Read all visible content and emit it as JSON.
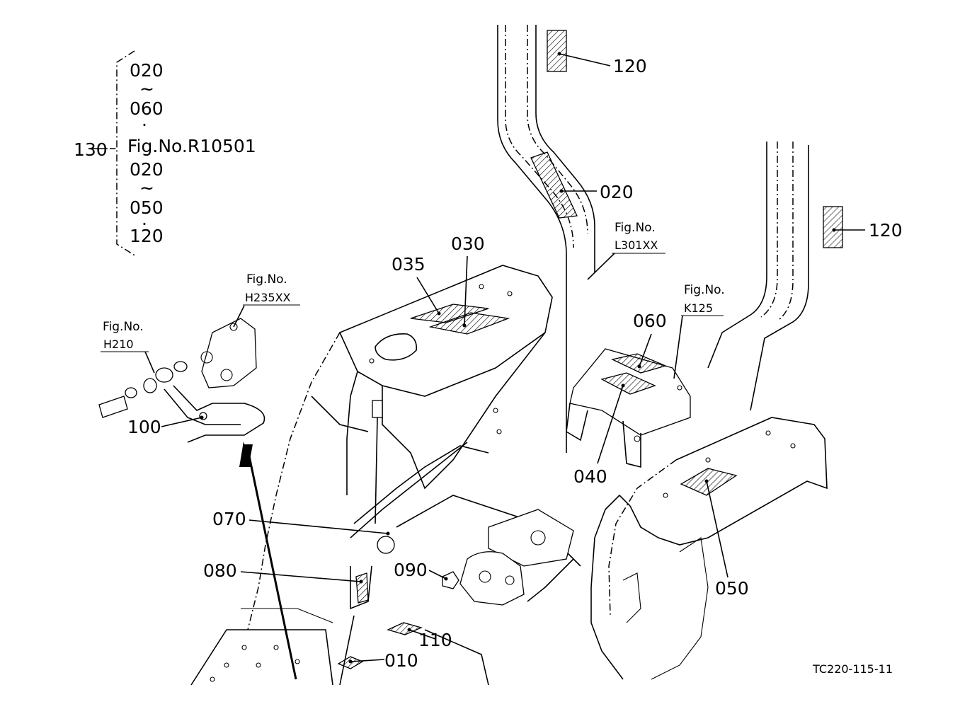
{
  "labels": {
    "l010": "010",
    "l020": "020",
    "l030": "030",
    "l035": "035",
    "l040": "040",
    "l050": "050",
    "l060": "060",
    "l070": "070",
    "l080": "080",
    "l090": "090",
    "l100": "100",
    "l110": "110",
    "l120a": "120",
    "l120b": "120",
    "l130": "130"
  },
  "bracket": {
    "line1": "020",
    "tilde1": "~",
    "line2": "060",
    "dot1": "·",
    "line3": "Fig.No.R10501",
    "line4": "020",
    "tilde2": "~",
    "line5": "050",
    "dot2": "·",
    "line6": "120"
  },
  "fig_refs": {
    "h235": {
      "title": "Fig.No.",
      "code": "H235XX"
    },
    "h210": {
      "title": "Fig.No.",
      "code": "H210"
    },
    "l301": {
      "title": "Fig.No.",
      "code": "L301XX"
    },
    "k125": {
      "title": "Fig.No.",
      "code": "K125"
    }
  },
  "drawing_code": "TC220-115-11"
}
